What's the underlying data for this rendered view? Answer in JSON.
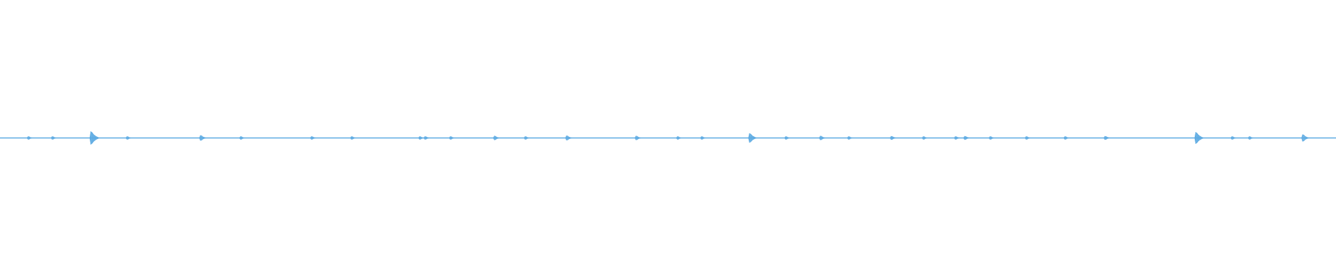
{
  "waveform": {
    "color": "#5aa9e2",
    "background": "#ffffff",
    "duration_fraction_markers": "none",
    "transients": [
      {
        "at": 0.021,
        "level": 0.06
      },
      {
        "at": 0.039,
        "level": 0.05
      },
      {
        "at": 0.068,
        "level": 0.45
      },
      {
        "at": 0.095,
        "level": 0.05
      },
      {
        "at": 0.15,
        "level": 0.18
      },
      {
        "at": 0.18,
        "level": 0.05
      },
      {
        "at": 0.233,
        "level": 0.1
      },
      {
        "at": 0.263,
        "level": 0.05
      },
      {
        "at": 0.314,
        "level": 0.06
      },
      {
        "at": 0.318,
        "level": 0.1
      },
      {
        "at": 0.337,
        "level": 0.05
      },
      {
        "at": 0.37,
        "level": 0.14
      },
      {
        "at": 0.393,
        "level": 0.05
      },
      {
        "at": 0.424,
        "level": 0.16
      },
      {
        "at": 0.476,
        "level": 0.14
      },
      {
        "at": 0.507,
        "level": 0.05
      },
      {
        "at": 0.525,
        "level": 0.04
      },
      {
        "at": 0.561,
        "level": 0.32
      },
      {
        "at": 0.588,
        "level": 0.06
      },
      {
        "at": 0.614,
        "level": 0.14
      },
      {
        "at": 0.635,
        "level": 0.05
      },
      {
        "at": 0.667,
        "level": 0.12
      },
      {
        "at": 0.691,
        "level": 0.05
      },
      {
        "at": 0.715,
        "level": 0.08
      },
      {
        "at": 0.722,
        "level": 0.12
      },
      {
        "at": 0.741,
        "level": 0.05
      },
      {
        "at": 0.768,
        "level": 0.06
      },
      {
        "at": 0.797,
        "level": 0.04
      },
      {
        "at": 0.827,
        "level": 0.12
      },
      {
        "at": 0.895,
        "level": 0.4
      },
      {
        "at": 0.922,
        "level": 0.05
      },
      {
        "at": 0.935,
        "level": 0.04
      },
      {
        "at": 0.975,
        "level": 0.24
      }
    ]
  }
}
